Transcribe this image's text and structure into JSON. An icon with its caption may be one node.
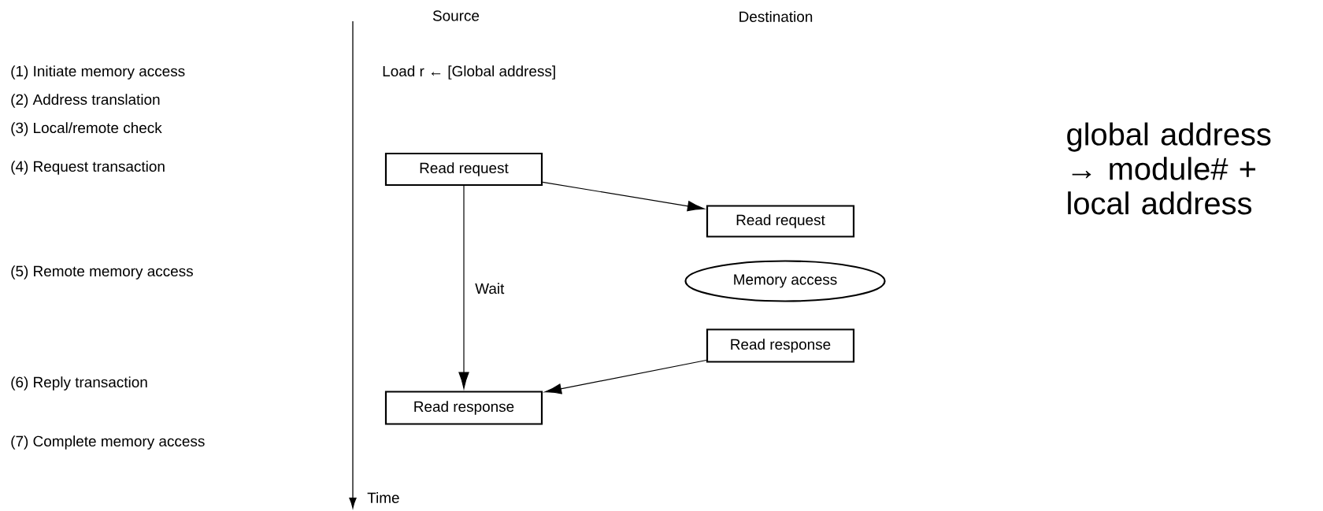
{
  "diagram": {
    "nodes": [
      {
        "text": [
          "Read request"
        ]
      },
      {
        "text": [
          "Read request"
        ]
      },
      {
        "text": [
          "Memory access"
        ]
      },
      {
        "text": [
          "Read response"
        ]
      },
      {
        "text": [
          "Read response"
        ]
      }
    ],
    "edges": [
      {
        "from": 0,
        "to": 1,
        "arrow": "to"
      },
      {
        "from": 0,
        "to": 4,
        "arrow": "to",
        "label": "Wait"
      },
      {
        "from": 3,
        "to": 4,
        "arrow": "to"
      }
    ],
    "labels": [
      "Source",
      "Destination",
      "(1) Initiate memory access",
      "Load r ← [Global address]",
      "(2) Address translation",
      "global address → module# + local address",
      "(3) Local/remote check",
      "(4) Request transaction",
      "(5) Remote memory access",
      "(6) Reply transaction",
      "(7) Complete memory access",
      "Time"
    ]
  }
}
